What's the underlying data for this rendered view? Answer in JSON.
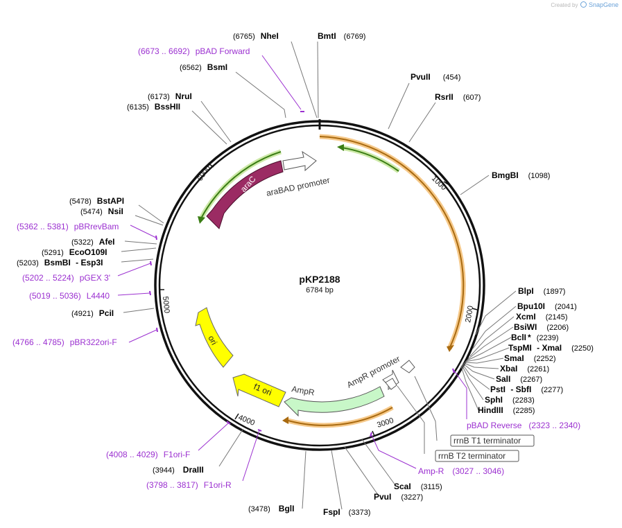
{
  "branding": {
    "created_by": "Created by",
    "product": "SnapGene"
  },
  "plasmid": {
    "name": "pKP2188",
    "length_text": "6784 bp"
  },
  "ruler_ticks": [
    "1000",
    "2000",
    "3000",
    "4000",
    "5000",
    "6000"
  ],
  "features": [
    {
      "label": "araC",
      "color": "#9b2b63"
    },
    {
      "label": "araBAD promoter",
      "color": "#ffffff"
    },
    {
      "label": "ori",
      "color": "#ffff00"
    },
    {
      "label": "f1 ori",
      "color": "#ffff00"
    },
    {
      "label": "AmpR",
      "color": "#c8f7c8"
    },
    {
      "label": "AmpR promoter",
      "color": "#ffffff"
    }
  ],
  "enzymes": [
    {
      "name": "NheI",
      "pos": "(6765)"
    },
    {
      "name": "BmtI",
      "pos": "(6769)"
    },
    {
      "name": "BsmI",
      "pos": "(6562)"
    },
    {
      "name": "NruI",
      "pos": "(6173)"
    },
    {
      "name": "BssHII",
      "pos": "(6135)"
    },
    {
      "name": "PvuII",
      "pos": "(454)"
    },
    {
      "name": "RsrII",
      "pos": "(607)"
    },
    {
      "name": "BmgBI",
      "pos": "(1098)"
    },
    {
      "name": "BstAPI",
      "pos": "(5478)"
    },
    {
      "name": "NsiI",
      "pos": "(5474)"
    },
    {
      "name": "AfeI",
      "pos": "(5322)"
    },
    {
      "name": "EcoO109I",
      "pos": "(5291)"
    },
    {
      "name": "BsmBI",
      "pos": "(5203)",
      "extra": " - Esp3I"
    },
    {
      "name": "PciI",
      "pos": "(4921)"
    },
    {
      "name": "BlpI",
      "pos": "(1897)"
    },
    {
      "name": "Bpu10I",
      "pos": "(2041)"
    },
    {
      "name": "XcmI",
      "pos": "(2145)"
    },
    {
      "name": "BsiWI",
      "pos": "(2206)"
    },
    {
      "name": "BclI",
      "pos": "(2239)",
      "star": "*"
    },
    {
      "name": "TspMI",
      "pos": "(2250)",
      "extra": " - XmaI"
    },
    {
      "name": "SmaI",
      "pos": "(2252)"
    },
    {
      "name": "XbaI",
      "pos": "(2261)"
    },
    {
      "name": "SalI",
      "pos": "(2267)"
    },
    {
      "name": "PstI",
      "pos": "(2277)",
      "extra": " - SbfI"
    },
    {
      "name": "SphI",
      "pos": "(2283)"
    },
    {
      "name": "HindIII",
      "pos": "(2285)"
    },
    {
      "name": "ScaI",
      "pos": "(3115)"
    },
    {
      "name": "PvuI",
      "pos": "(3227)"
    },
    {
      "name": "FspI",
      "pos": "(3373)"
    },
    {
      "name": "BglI",
      "pos": "(3478)"
    },
    {
      "name": "DraIII",
      "pos": "(3944)"
    }
  ],
  "primers": [
    {
      "name": "pBAD Forward",
      "pos": "(6673 .. 6692)"
    },
    {
      "name": "pBRrevBam",
      "pos": "(5362 .. 5381)"
    },
    {
      "name": "pGEX 3'",
      "pos": "(5202 .. 5224)"
    },
    {
      "name": "L4440",
      "pos": "(5019 .. 5036)"
    },
    {
      "name": "pBR322ori-F",
      "pos": "(4766 .. 4785)"
    },
    {
      "name": "pBAD Reverse",
      "pos": "(2323 .. 2340)"
    },
    {
      "name": "Amp-R",
      "pos": "(3027 .. 3046)"
    },
    {
      "name": "F1ori-F",
      "pos": "(4008 .. 4029)"
    },
    {
      "name": "F1ori-R",
      "pos": "(3798 .. 3817)"
    }
  ],
  "boxed_features": [
    {
      "name": "rrnB T1 terminator"
    },
    {
      "name": "rrnB T2 terminator"
    }
  ]
}
